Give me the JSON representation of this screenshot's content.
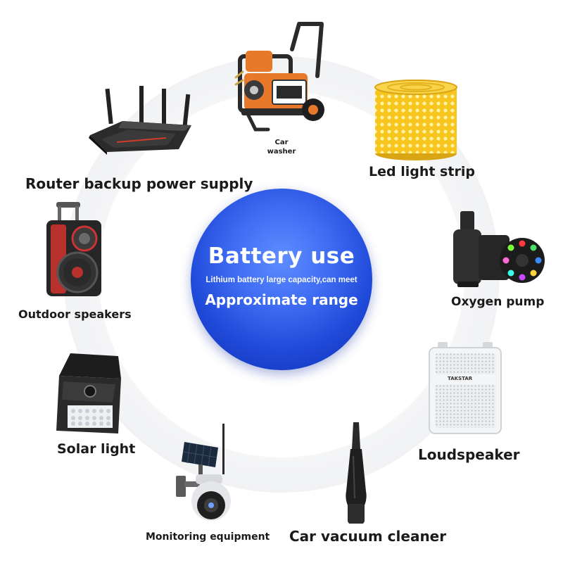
{
  "center": {
    "title": "Battery use",
    "subtitle": "Lithium battery large capacity,can meet",
    "range": "Approximate range"
  },
  "devices": {
    "car_washer": "Car\nwasher",
    "led_light_strip": "Led light strip",
    "router": "Router backup power supply",
    "oxygen_pump": "Oxygen pump",
    "outdoor_speakers": "Outdoor speakers",
    "loudspeaker": "Loudspeaker",
    "solar_light": "Solar light",
    "monitoring_equipment": "Monitoring equipment",
    "car_vacuum_cleaner": "Car vacuum cleaner"
  },
  "brand": "TAKSTAR",
  "colors": {
    "center_blue": "#2a55e4",
    "generator_orange": "#e8792a",
    "led_yellow": "#f7c51e"
  }
}
